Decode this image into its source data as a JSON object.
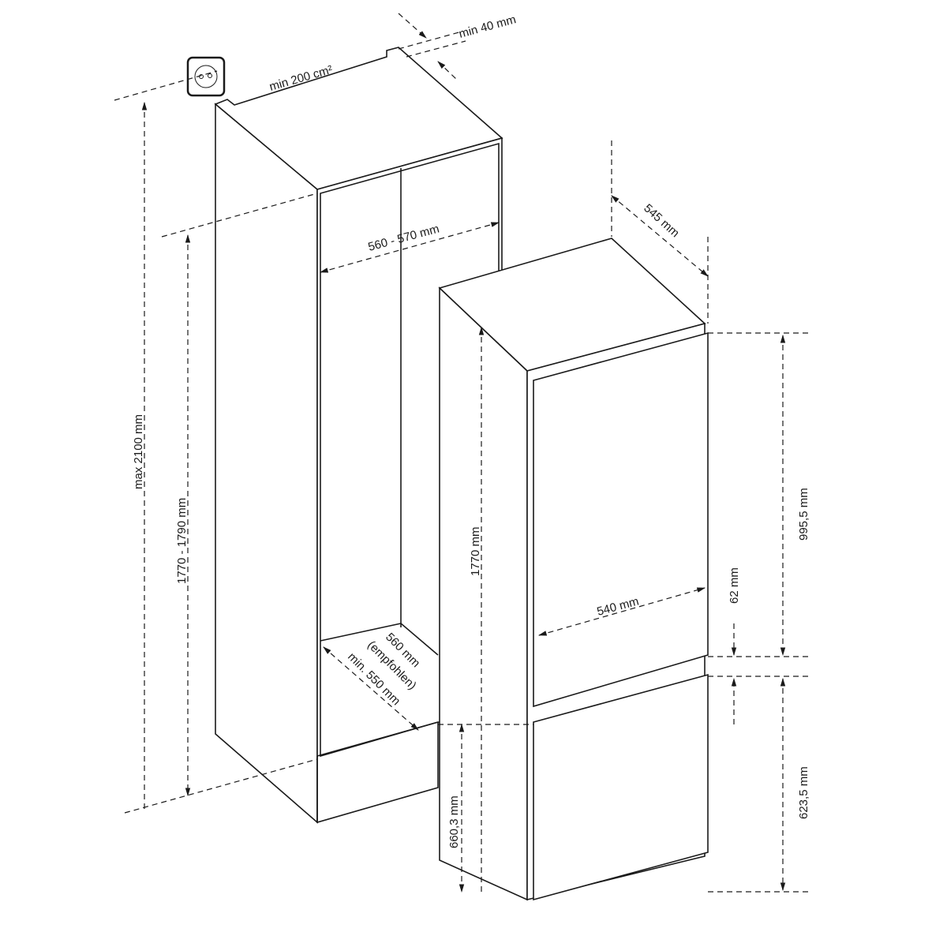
{
  "labels": {
    "min_clearance_top": "min 40 mm",
    "min_ventilation": "min 200 cm²",
    "niche_width": "560 - 570 mm",
    "appliance_depth": "545 mm",
    "max_height": "max 2100 mm",
    "niche_height": "1770 - 1790 mm",
    "appliance_height": "1770 mm",
    "upper_door_height": "995,5 mm",
    "door_gap": "62 mm",
    "appliance_width": "540 mm",
    "lower_door_height": "623,5 mm",
    "lower_door_offset": "660,3 mm",
    "niche_depth_recommended": "560 mm",
    "niche_depth_recommended_note": "(empfohlen)",
    "niche_depth_min": "min. 550 mm"
  },
  "icons": [
    "power-socket-icon"
  ],
  "colors": {
    "line": "#1a1a1a",
    "background": "#ffffff"
  }
}
